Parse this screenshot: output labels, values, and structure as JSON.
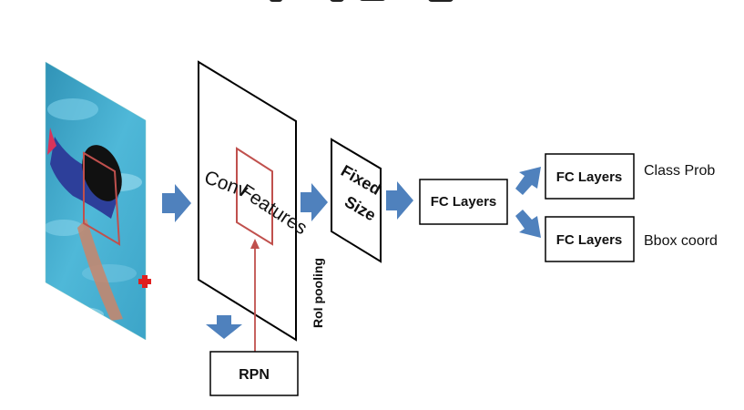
{
  "diagram": {
    "top_partial_title": "...",
    "conv_features": "Conv Features",
    "conv_word": "Conv",
    "features_word": "Features",
    "fixed_size_line1": "Fixed",
    "fixed_size_line2": "Size",
    "roi_pooling": "RoI pooling",
    "rpn": "RPN",
    "fc_layers_main": "FC Layers",
    "fc_layers_top": "FC Layers",
    "fc_layers_bottom": "FC Layers",
    "class_prob": "Class Prob",
    "bbox_coord": "Bbox coord"
  },
  "colors": {
    "arrow": "#4f81bd",
    "box_stroke": "#000000",
    "roi_box": "#c0504d",
    "rpn_line": "#c0504d"
  }
}
